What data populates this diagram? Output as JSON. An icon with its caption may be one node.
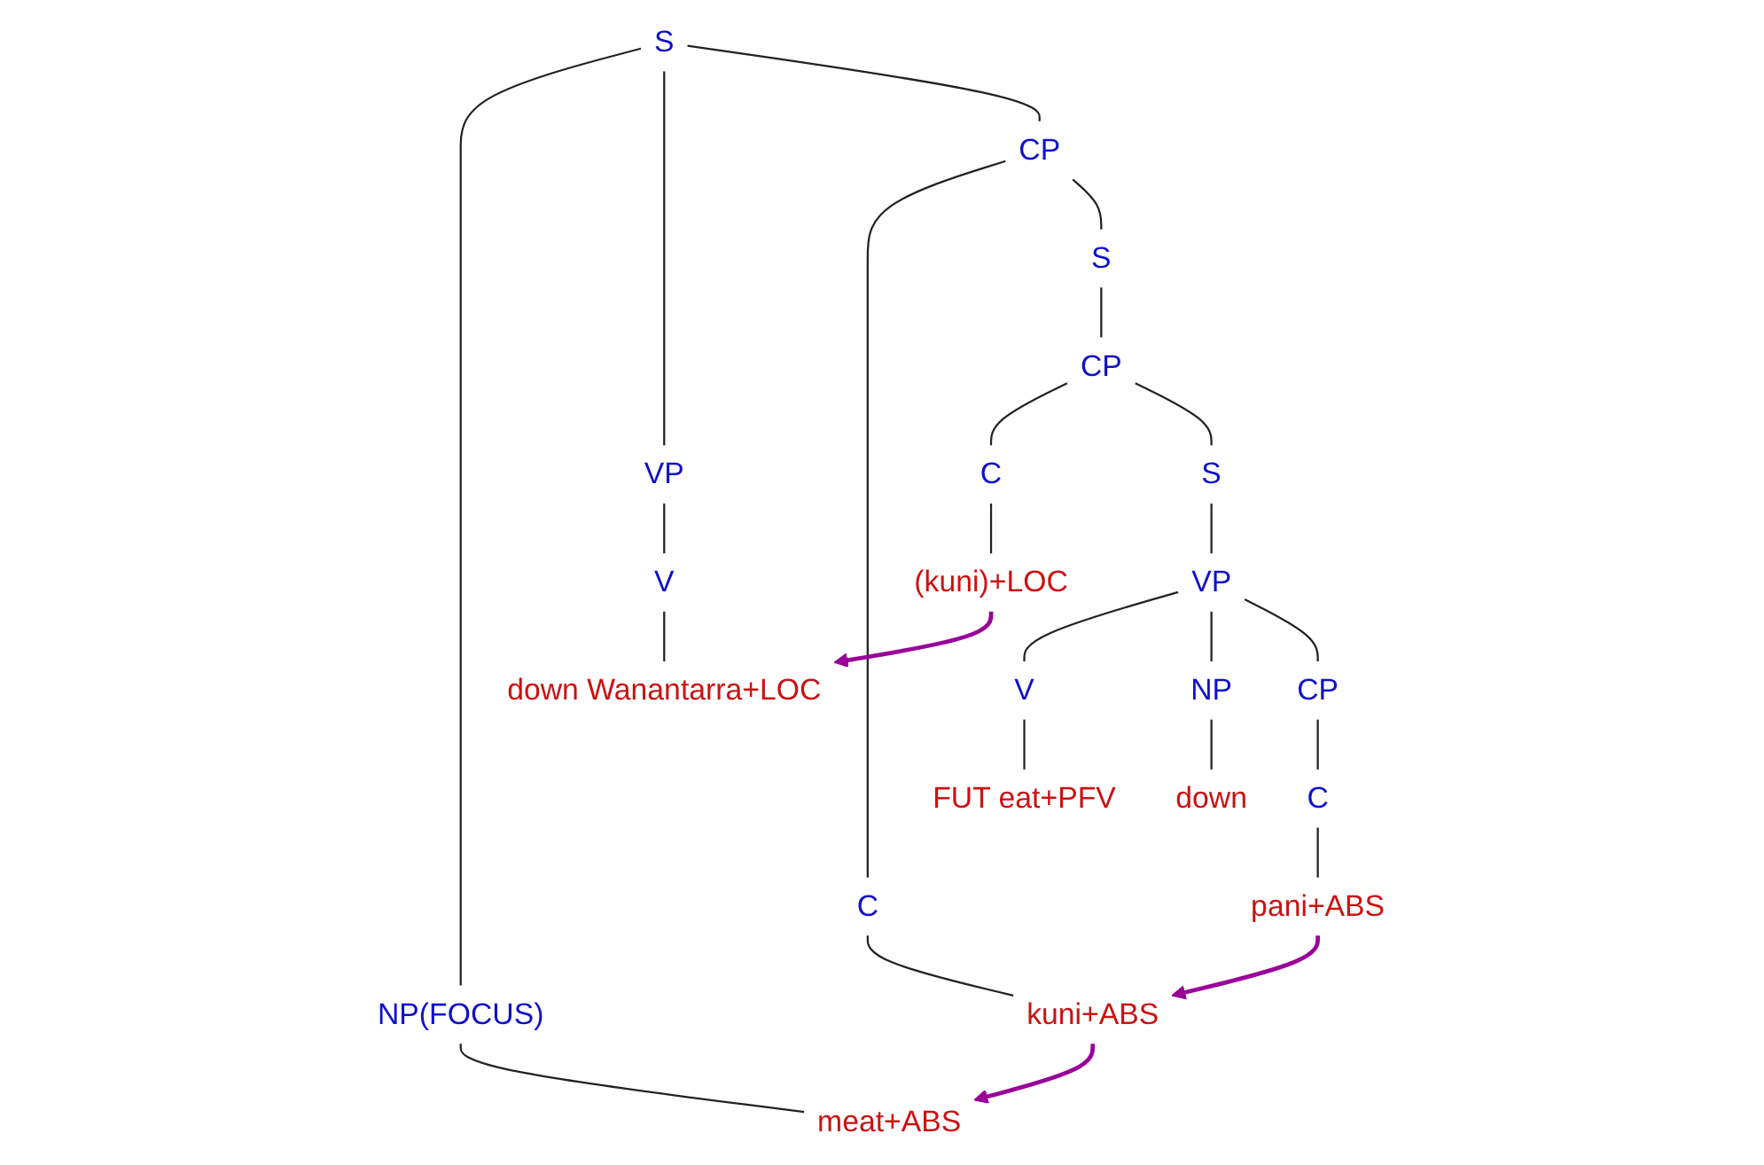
{
  "diagram": {
    "nodes": [
      {
        "text": [
          "S"
        ]
      },
      {
        "text": [
          "NP(FOCUS)"
        ]
      },
      {
        "text": [
          "VP"
        ]
      },
      {
        "text": [
          "CP"
        ]
      },
      {
        "text": [
          "meat+ABS"
        ]
      },
      {
        "text": [
          "V"
        ]
      },
      {
        "text": [
          "C"
        ]
      },
      {
        "text": [
          "S"
        ]
      },
      {
        "text": [
          "down Wanantarra+LOC"
        ]
      },
      {
        "text": [
          "kuni+ABS"
        ]
      },
      {
        "text": [
          "CP"
        ]
      },
      {
        "text": [
          "C"
        ]
      },
      {
        "text": [
          "S"
        ]
      },
      {
        "text": [
          "(kuni)+LOC"
        ]
      },
      {
        "text": [
          "VP"
        ]
      },
      {
        "text": [
          "V"
        ]
      },
      {
        "text": [
          "NP"
        ]
      },
      {
        "text": [
          "CP"
        ]
      },
      {
        "text": [
          "FUT eat+PFV"
        ]
      },
      {
        "text": [
          "down"
        ]
      },
      {
        "text": [
          "C"
        ]
      },
      {
        "text": [
          "pani+ABS"
        ]
      }
    ],
    "edges": [
      {
        "from": 0,
        "to": 1,
        "arrow": "none"
      },
      {
        "from": 0,
        "to": 2,
        "arrow": "none"
      },
      {
        "from": 0,
        "to": 3,
        "arrow": "none"
      },
      {
        "from": 1,
        "to": 4,
        "arrow": "none"
      },
      {
        "from": 2,
        "to": 5,
        "arrow": "none"
      },
      {
        "from": 3,
        "to": 6,
        "arrow": "none"
      },
      {
        "from": 3,
        "to": 7,
        "arrow": "none"
      },
      {
        "from": 5,
        "to": 8,
        "arrow": "none"
      },
      {
        "from": 6,
        "to": 9,
        "arrow": "none"
      },
      {
        "from": 7,
        "to": 10,
        "arrow": "none"
      },
      {
        "from": 10,
        "to": 11,
        "arrow": "none"
      },
      {
        "from": 10,
        "to": 12,
        "arrow": "none"
      },
      {
        "from": 11,
        "to": 13,
        "arrow": "none"
      },
      {
        "from": 12,
        "to": 14,
        "arrow": "none"
      },
      {
        "from": 14,
        "to": 15,
        "arrow": "none"
      },
      {
        "from": 14,
        "to": 16,
        "arrow": "none"
      },
      {
        "from": 14,
        "to": 17,
        "arrow": "none"
      },
      {
        "from": 15,
        "to": 18,
        "arrow": "none"
      },
      {
        "from": 16,
        "to": 19,
        "arrow": "none"
      },
      {
        "from": 17,
        "to": 20,
        "arrow": "none"
      },
      {
        "from": 20,
        "to": 21,
        "arrow": "none"
      },
      {
        "from": 9,
        "to": 4,
        "arrow": "to",
        "color": "#990099"
      },
      {
        "from": 13,
        "to": 8,
        "arrow": "to",
        "color": "#990099"
      },
      {
        "from": 21,
        "to": 9,
        "arrow": "to",
        "color": "#990099"
      }
    ]
  }
}
